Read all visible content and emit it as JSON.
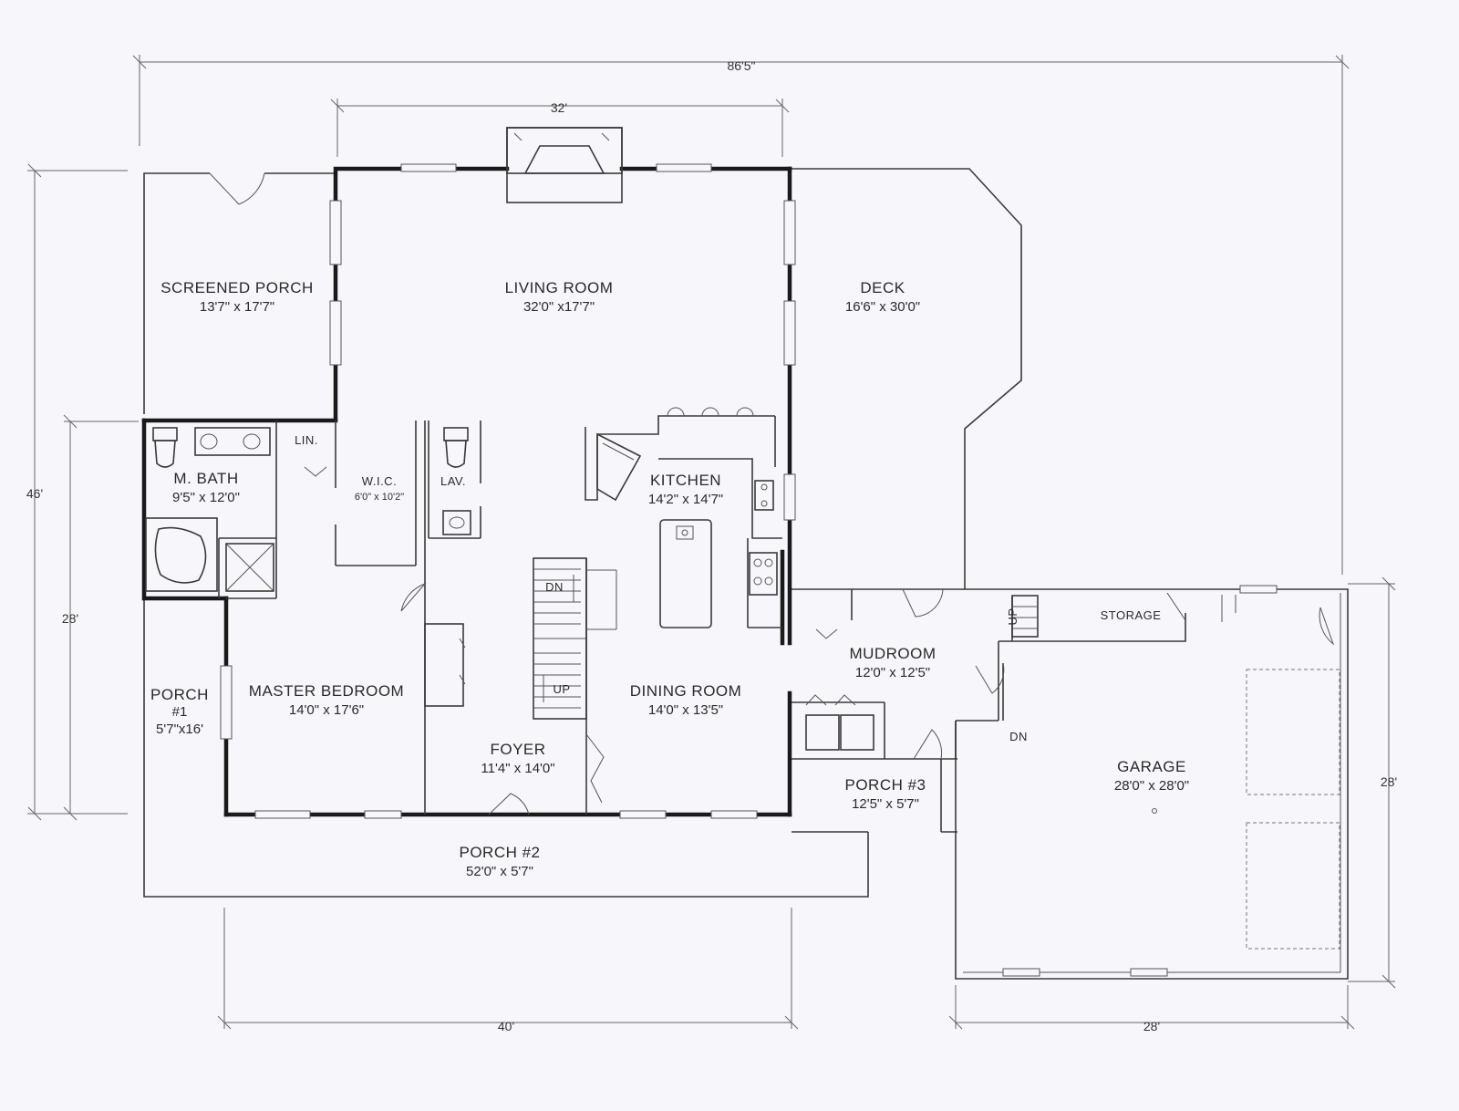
{
  "rooms": {
    "screened_porch": {
      "name": "SCREENED PORCH",
      "size": "13'7\" x 17'7\""
    },
    "living_room": {
      "name": "LIVING ROOM",
      "size": "32'0\" x17'7\""
    },
    "deck": {
      "name": "DECK",
      "size": "16'6\" x 30'0\""
    },
    "m_bath": {
      "name": "M. BATH",
      "size": "9'5\" x 12'0\""
    },
    "lin": {
      "name": "LIN."
    },
    "wic": {
      "name": "W.I.C.",
      "size": "6'0\" x 10'2\""
    },
    "lav": {
      "name": "LAV."
    },
    "kitchen": {
      "name": "KITCHEN",
      "size": "14'2\" x 14'7\""
    },
    "master_bedroom": {
      "name": "MASTER BEDROOM",
      "size": "14'0\" x 17'6\""
    },
    "porch1": {
      "name": "PORCH",
      "num": "#1",
      "size": "5'7\"x16'"
    },
    "dining_room": {
      "name": "DINING ROOM",
      "size": "14'0\" x 13'5\""
    },
    "foyer": {
      "name": "FOYER",
      "size": "11'4\" x 14'0\""
    },
    "mudroom": {
      "name": "MUDROOM",
      "size": "12'0\" x 12'5\""
    },
    "storage": {
      "name": "STORAGE"
    },
    "porch3": {
      "name": "PORCH #3",
      "size": "12'5\" x 5'7\""
    },
    "garage": {
      "name": "GARAGE",
      "size": "28'0\" x 28'0\""
    },
    "porch2": {
      "name": "PORCH #2",
      "size": "52'0\" x 5'7\""
    }
  },
  "stairs": {
    "down": "DN",
    "up": "UP",
    "up2": "UP",
    "garage_down": "DN"
  },
  "dimensions": {
    "overall_width": "86'5\"",
    "living_width": "32'",
    "overall_depth": "46'",
    "main_depth": "28'",
    "garage_depth": "28'",
    "main_width": "40'",
    "garage_width": "28'"
  },
  "colors": {
    "paper": "#f7f6fb",
    "wall": "#1a1a1a",
    "text": "#2a2a2a"
  }
}
